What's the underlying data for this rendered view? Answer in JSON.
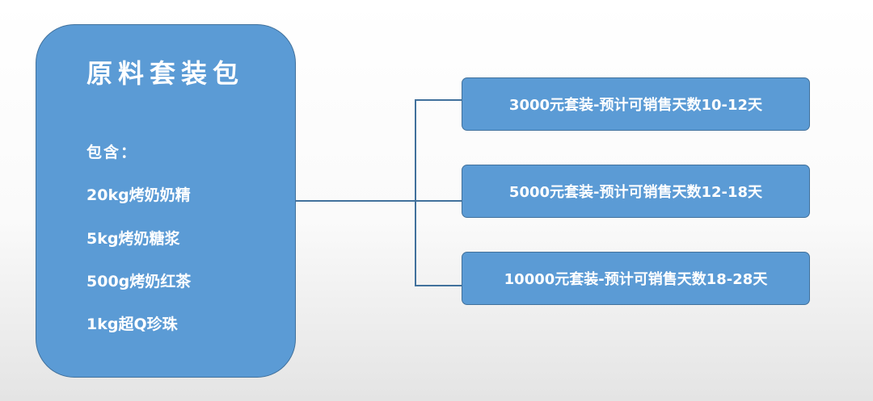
{
  "main_box": {
    "title": "原料套装包",
    "contains_label": "包含：",
    "items": [
      "20kg烤奶奶精",
      "5kg烤奶糖浆",
      "500g烤奶红茶",
      "1kg超Q珍珠"
    ]
  },
  "options": [
    "3000元套装-预计可销售天数10-12天",
    "5000元套装-预计可销售天数12-18天",
    "10000元套装-预计可销售天数18-28天"
  ],
  "colors": {
    "box_fill": "#5b9bd5",
    "box_border": "#41719c",
    "connector": "#41719c",
    "text": "#ffffff"
  }
}
